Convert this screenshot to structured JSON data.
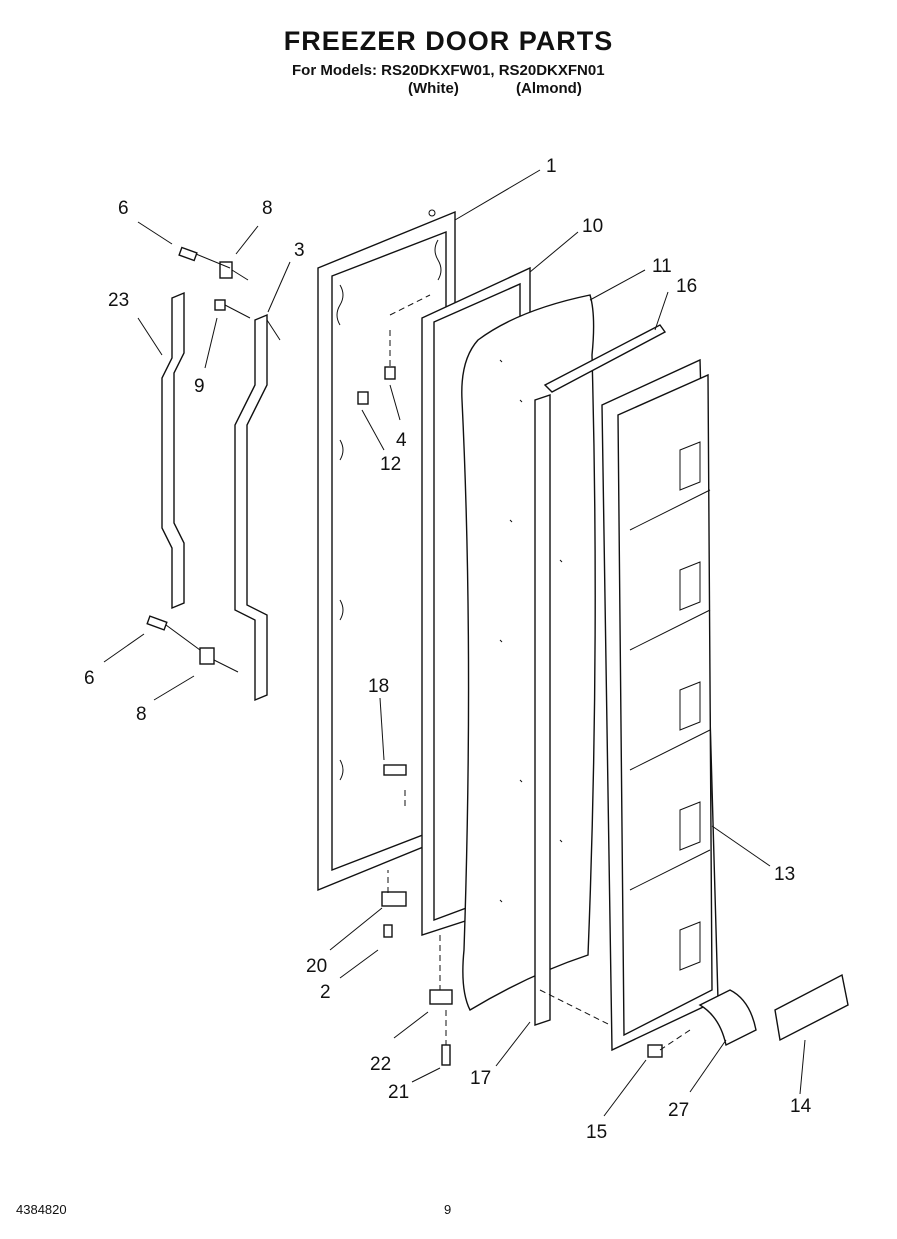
{
  "header": {
    "title": "FREEZER DOOR PARTS",
    "models_line": "For Models: RS20DKXFW01, RS20DKXFN01",
    "variant_white": "(White)",
    "variant_almond": "(Almond)"
  },
  "callouts": [
    {
      "id": "1",
      "label": "1"
    },
    {
      "id": "10",
      "label": "10"
    },
    {
      "id": "11",
      "label": "11"
    },
    {
      "id": "16",
      "label": "16"
    },
    {
      "id": "6a",
      "label": "6"
    },
    {
      "id": "8a",
      "label": "8"
    },
    {
      "id": "3",
      "label": "3"
    },
    {
      "id": "23",
      "label": "23"
    },
    {
      "id": "9",
      "label": "9"
    },
    {
      "id": "4",
      "label": "4"
    },
    {
      "id": "12",
      "label": "12"
    },
    {
      "id": "6b",
      "label": "6"
    },
    {
      "id": "8b",
      "label": "8"
    },
    {
      "id": "18",
      "label": "18"
    },
    {
      "id": "13",
      "label": "13"
    },
    {
      "id": "20",
      "label": "20"
    },
    {
      "id": "2",
      "label": "2"
    },
    {
      "id": "22",
      "label": "22"
    },
    {
      "id": "21",
      "label": "21"
    },
    {
      "id": "17",
      "label": "17"
    },
    {
      "id": "15",
      "label": "15"
    },
    {
      "id": "27",
      "label": "27"
    },
    {
      "id": "14",
      "label": "14"
    }
  ],
  "footer": {
    "part_number": "4384820",
    "page_number": "9"
  }
}
